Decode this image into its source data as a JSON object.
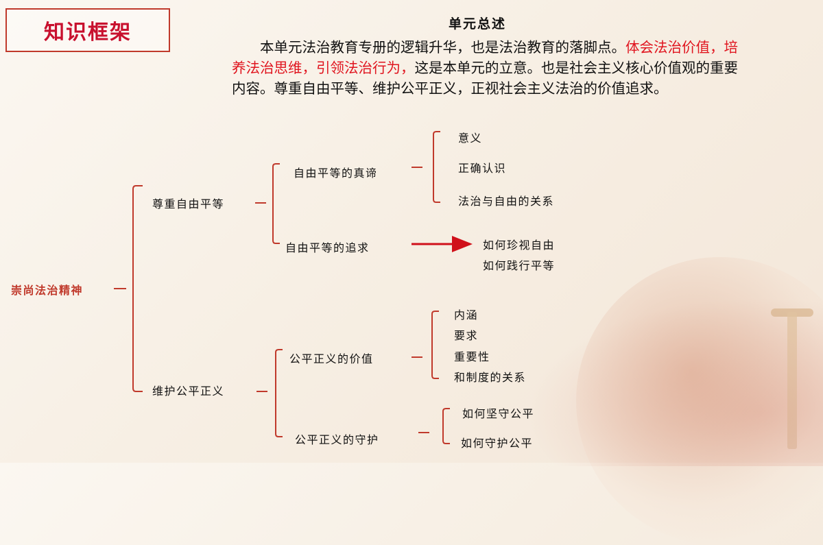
{
  "title": "知识框架",
  "overview": {
    "heading": "单元总述",
    "text_part1": "本单元法治教育专册的逻辑升华，也是法治教育的落脚点。",
    "text_highlight": "体会法治价值，培养法治思维，引领法治行为，",
    "text_part2": "这是本单元的立意。也是社会主义核心价值观的重要内容。尊重自由平等、维护公平正义，正视社会主义法治的价值追求。"
  },
  "tree": {
    "root": "崇尚法治精神",
    "branch_freedom": {
      "label": "尊重自由平等",
      "truth": {
        "label": "自由平等的真谛",
        "items": [
          "意义",
          "正确认识",
          "法治与自由的关系"
        ]
      },
      "pursuit": {
        "label": "自由平等的追求",
        "items": [
          "如何珍视自由",
          "如何践行平等"
        ]
      }
    },
    "branch_justice": {
      "label": "维护公平正义",
      "value": {
        "label": "公平正义的价值",
        "items": [
          "内涵",
          "要求",
          "重要性",
          "和制度的关系"
        ]
      },
      "guard": {
        "label": "公平正义的守护",
        "items": [
          "如何坚守公平",
          "如何守护公平"
        ]
      }
    }
  },
  "colors": {
    "accent": "#c0392b",
    "bracket": "#c0392b",
    "arrow": "#d0101a"
  }
}
